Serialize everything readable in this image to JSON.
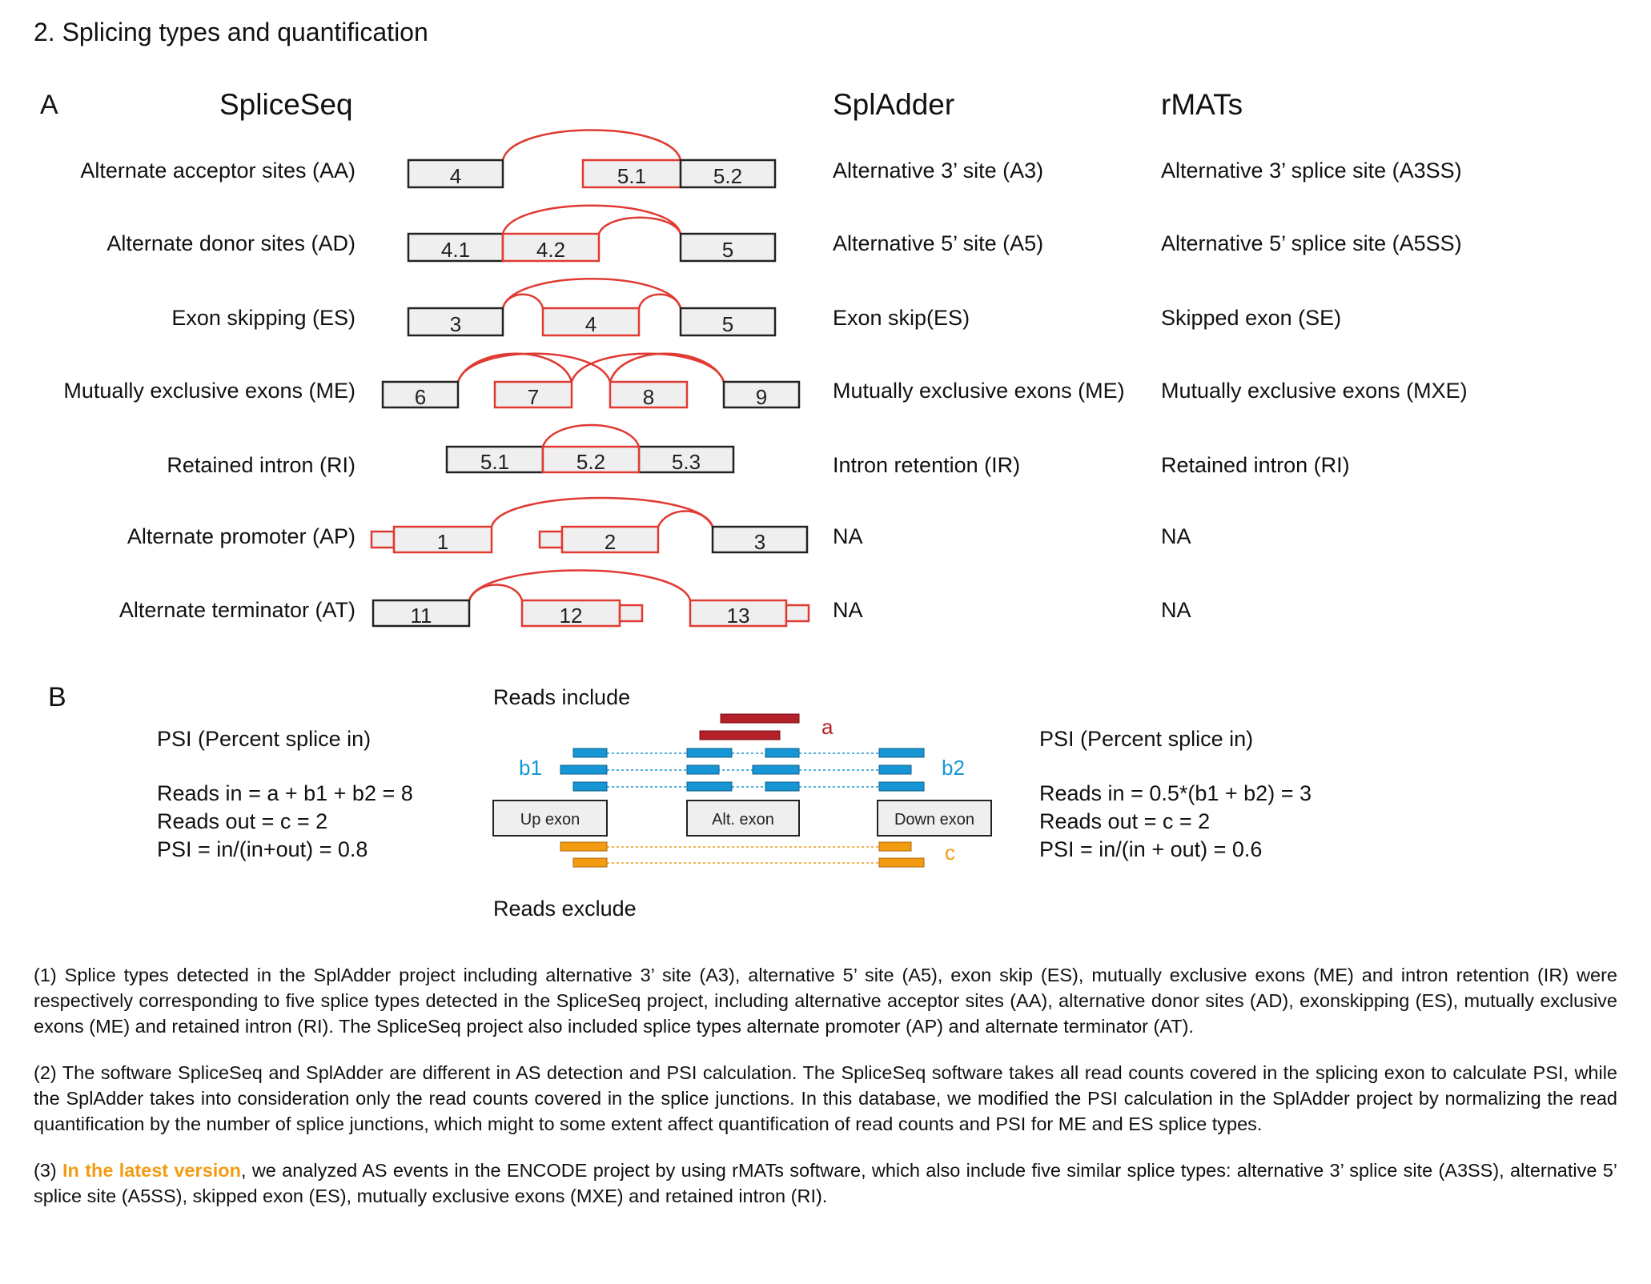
{
  "title": "2. Splicing types and quantification",
  "panelA": {
    "letter": "A",
    "headers": {
      "spliceseq": "SpliceSeq",
      "spladder": "SplAdder",
      "rmats": "rMATs"
    },
    "rows": [
      {
        "spliceseq": "Alternate acceptor sites (AA)",
        "spladder": "Alternative 3’ site (A3)",
        "rmats": "Alternative 3’ splice site (A3SS)",
        "exons": [
          "4",
          "5.1",
          "5.2"
        ]
      },
      {
        "spliceseq": "Alternate donor sites (AD)",
        "spladder": "Alternative 5’ site (A5)",
        "rmats": "Alternative 5’ splice site (A5SS)",
        "exons": [
          "4.1",
          "4.2",
          "5"
        ]
      },
      {
        "spliceseq": "Exon skipping (ES)",
        "spladder": "Exon skip(ES)",
        "rmats": "Skipped exon (SE)",
        "exons": [
          "3",
          "4",
          "5"
        ]
      },
      {
        "spliceseq": "Mutually exclusive exons (ME)",
        "spladder": "Mutually exclusive exons (ME)",
        "rmats": "Mutually exclusive exons (MXE)",
        "exons": [
          "6",
          "7",
          "8",
          "9"
        ]
      },
      {
        "spliceseq": "Retained intron (RI)",
        "spladder": "Intron retention (IR)",
        "rmats": "Retained intron (RI)",
        "exons": [
          "5.1",
          "5.2",
          "5.3"
        ]
      },
      {
        "spliceseq": "Alternate promoter (AP)",
        "spladder": "NA",
        "rmats": "NA",
        "exons": [
          "1",
          "2",
          "3"
        ]
      },
      {
        "spliceseq": "Alternate terminator (AT)",
        "spladder": "NA",
        "rmats": "NA",
        "exons": [
          "11",
          "12",
          "13"
        ]
      }
    ]
  },
  "panelB": {
    "letter": "B",
    "reads_include": "Reads include",
    "reads_exclude": "Reads exclude",
    "label_a": "a",
    "label_b1": "b1",
    "label_b2": "b2",
    "label_c": "c",
    "up_exon": "Up exon",
    "alt_exon": "Alt. exon",
    "down_exon": "Down exon",
    "left": {
      "heading": "PSI (Percent splice in)",
      "reads_in": "Reads in =  a + b1 + b2 = 8",
      "reads_out": "Reads out = c = 2",
      "psi": "PSI = in/(in+out) = 0.8"
    },
    "right": {
      "heading": "PSI (Percent splice in)",
      "reads_in": "Reads in =  0.5*(b1 + b2) = 3",
      "reads_out": "Reads out = c = 2",
      "psi": "PSI = in/(in + out) = 0.6"
    }
  },
  "notes": {
    "n1": "(1) Splice types detected in the SplAdder project including alternative 3’ site (A3), alternative 5’ site (A5), exon skip (ES), mutually exclusive exons (ME) and intron retention (IR) were respectively corresponding to five splice types detected in the SpliceSeq project, including alternative acceptor sites (AA), alternative donor sites (AD), exonskipping (ES), mutually exclusive exons (ME) and retained intron (RI). The SpliceSeq project also included splice types alternate promoter (AP) and alternate terminator (AT).",
    "n2": "(2) The software SpliceSeq and SplAdder are different in AS detection and PSI calculation. The SpliceSeq software takes all read counts covered in the splicing exon to calculate PSI, while the SplAdder takes into consideration only the read counts covered in the splice junctions. In this database, we modified the PSI calculation in the SplAdder project by normalizing the read quantification by the number of splice junctions, which might to some extent affect quantification of read counts and PSI for ME and ES splice types.",
    "n3_prefix": "(3) ",
    "n3_highlight": "In the latest version",
    "n3_rest": ", we analyzed AS events in the ENCODE project by using rMATs software, which also include five similar splice types: alternative 3’ splice site (A3SS), alternative 5’ splice site (A5SS), skipped exon (ES), mutually exclusive exons (MXE) and retained intron (RI)."
  },
  "colors": {
    "alt_red": "#e03a32",
    "const_black": "#222222",
    "exon_fill": "#efefef",
    "read_dark_red": "#b3202a",
    "read_blue": "#1696d4",
    "read_orange": "#f39c12",
    "highlight": "#f39c12"
  }
}
